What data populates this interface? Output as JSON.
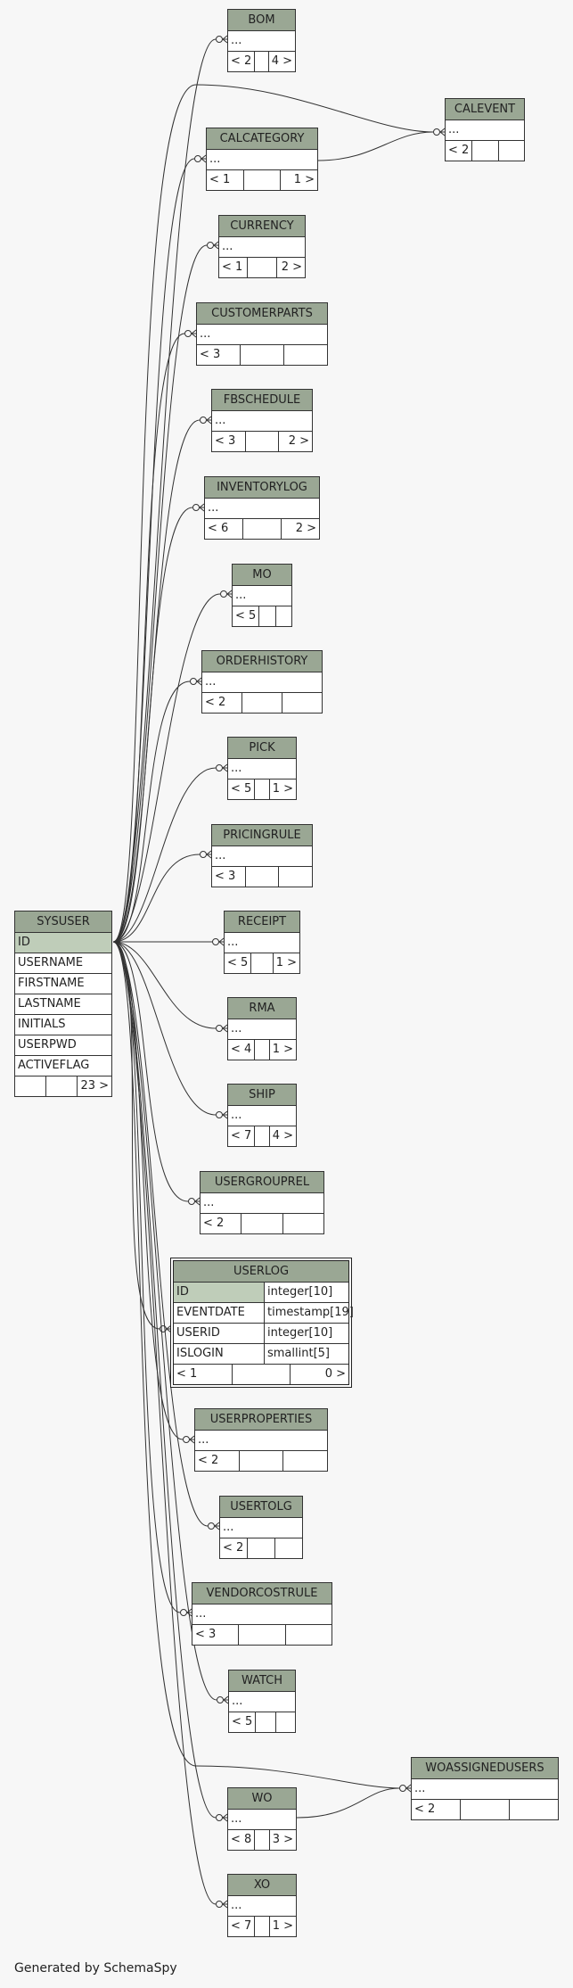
{
  "colors": {
    "header": "#9aa794",
    "primary_key": "#bfcdb9",
    "background": "#f7f7f7",
    "line": "#333333"
  },
  "sysuser": {
    "name": "SYSUSER",
    "columns": [
      "ID",
      "USERNAME",
      "FIRSTNAME",
      "LASTNAME",
      "INITIALS",
      "USERPWD",
      "ACTIVEFLAG"
    ],
    "footer": [
      "",
      "",
      "23 >"
    ]
  },
  "tables": {
    "bom": {
      "name": "BOM",
      "row": "...",
      "footer": [
        "< 2",
        "",
        "4 >"
      ]
    },
    "calevent": {
      "name": "CALEVENT",
      "row": "...",
      "footer": [
        "< 2",
        "",
        ""
      ]
    },
    "calcategory": {
      "name": "CALCATEGORY",
      "row": "...",
      "footer": [
        "< 1",
        "",
        "1 >"
      ]
    },
    "currency": {
      "name": "CURRENCY",
      "row": "...",
      "footer": [
        "< 1",
        "",
        "2 >"
      ]
    },
    "customerparts": {
      "name": "CUSTOMERPARTS",
      "row": "...",
      "footer": [
        "< 3",
        "",
        ""
      ]
    },
    "fbschedule": {
      "name": "FBSCHEDULE",
      "row": "...",
      "footer": [
        "< 3",
        "",
        "2 >"
      ]
    },
    "inventorylog": {
      "name": "INVENTORYLOG",
      "row": "...",
      "footer": [
        "< 6",
        "",
        "2 >"
      ]
    },
    "mo": {
      "name": "MO",
      "row": "...",
      "footer": [
        "< 5",
        "",
        ""
      ]
    },
    "orderhistory": {
      "name": "ORDERHISTORY",
      "row": "...",
      "footer": [
        "< 2",
        "",
        ""
      ]
    },
    "pick": {
      "name": "PICK",
      "row": "...",
      "footer": [
        "< 5",
        "",
        "1 >"
      ]
    },
    "pricingrule": {
      "name": "PRICINGRULE",
      "row": "...",
      "footer": [
        "< 3",
        "",
        ""
      ]
    },
    "receipt": {
      "name": "RECEIPT",
      "row": "...",
      "footer": [
        "< 5",
        "",
        "1 >"
      ]
    },
    "rma": {
      "name": "RMA",
      "row": "...",
      "footer": [
        "< 4",
        "",
        "1 >"
      ]
    },
    "ship": {
      "name": "SHIP",
      "row": "...",
      "footer": [
        "< 7",
        "",
        "4 >"
      ]
    },
    "usergrouprel": {
      "name": "USERGROUPREL",
      "row": "...",
      "footer": [
        "< 2",
        "",
        ""
      ]
    },
    "userproperties": {
      "name": "USERPROPERTIES",
      "row": "...",
      "footer": [
        "< 2",
        "",
        ""
      ]
    },
    "usertolg": {
      "name": "USERTOLG",
      "row": "...",
      "footer": [
        "< 2",
        "",
        ""
      ]
    },
    "vendorcostrule": {
      "name": "VENDORCOSTRULE",
      "row": "...",
      "footer": [
        "< 3",
        "",
        ""
      ]
    },
    "watch": {
      "name": "WATCH",
      "row": "...",
      "footer": [
        "< 5",
        "",
        ""
      ]
    },
    "woassignedusers": {
      "name": "WOASSIGNEDUSERS",
      "row": "...",
      "footer": [
        "< 2",
        "",
        ""
      ]
    },
    "wo": {
      "name": "WO",
      "row": "...",
      "footer": [
        "< 8",
        "",
        "3 >"
      ]
    },
    "xo": {
      "name": "XO",
      "row": "...",
      "footer": [
        "< 7",
        "",
        "1 >"
      ]
    }
  },
  "userlog": {
    "name": "USERLOG",
    "columns": [
      {
        "name": "ID",
        "type": "integer[10]"
      },
      {
        "name": "EVENTDATE",
        "type": "timestamp[19]"
      },
      {
        "name": "USERID",
        "type": "integer[10]"
      },
      {
        "name": "ISLOGIN",
        "type": "smallint[5]"
      }
    ],
    "footer": [
      "< 1",
      "",
      "0 >"
    ]
  },
  "footer_text": "Generated by SchemaSpy"
}
